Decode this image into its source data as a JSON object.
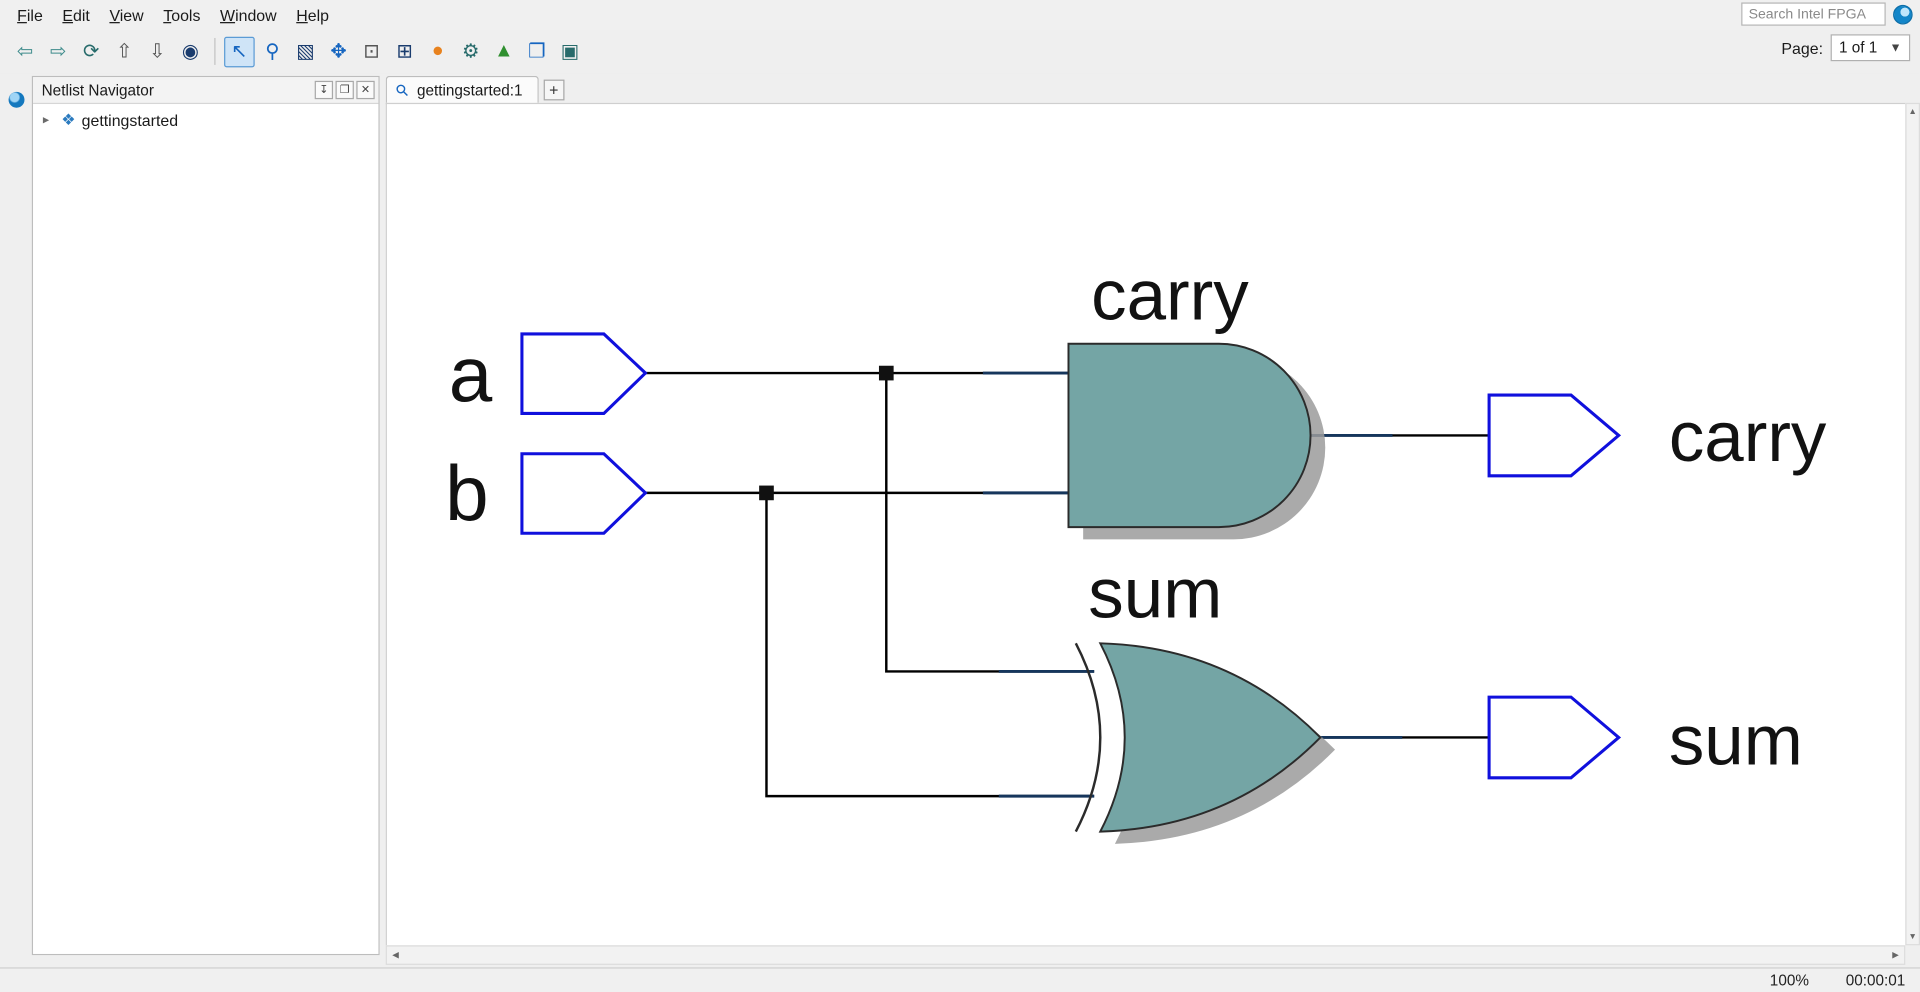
{
  "menu": {
    "items": [
      "File",
      "Edit",
      "View",
      "Tools",
      "Window",
      "Help"
    ]
  },
  "search": {
    "placeholder": "Search Intel FPGA"
  },
  "toolbar": {
    "icons": [
      {
        "name": "back-icon",
        "glyph": "⇦"
      },
      {
        "name": "forward-icon",
        "glyph": "⇨"
      },
      {
        "name": "refresh-netlist-icon",
        "glyph": "⟳"
      },
      {
        "name": "expand-up-icon",
        "glyph": "⇧"
      },
      {
        "name": "collapse-down-icon",
        "glyph": "⇩"
      },
      {
        "name": "find-icon",
        "glyph": "◉"
      },
      {
        "name": "select-tool-icon",
        "glyph": "↖"
      },
      {
        "name": "zoom-tool-icon",
        "glyph": "⚲"
      },
      {
        "name": "zoom-area-icon",
        "glyph": "▧"
      },
      {
        "name": "pan-tool-icon",
        "glyph": "✥"
      },
      {
        "name": "fit-view-icon",
        "glyph": "⊡"
      },
      {
        "name": "hierarchy-icon",
        "glyph": "⊞"
      },
      {
        "name": "world-icon",
        "glyph": "●"
      },
      {
        "name": "settings-icon",
        "glyph": "⚙"
      },
      {
        "name": "report-icon",
        "glyph": "▲"
      },
      {
        "name": "copy-pages-icon",
        "glyph": "❐"
      },
      {
        "name": "image-icon",
        "glyph": "▣"
      }
    ],
    "page_label": "Page:",
    "page_value": "1 of 1",
    "page_dropdown_glyph": "▼"
  },
  "navigator": {
    "title": "Netlist Navigator",
    "pin_glyph": "↧",
    "restore_glyph": "❐",
    "close_glyph": "✕",
    "expand_glyph": "▸",
    "item_icon_glyph": "❖",
    "items": [
      {
        "label": "gettingstarted"
      }
    ]
  },
  "tabs": {
    "tab_icon_glyph": "⚲",
    "active_label": "gettingstarted:1",
    "add_label": "+"
  },
  "schematic": {
    "input_ports": [
      {
        "label": "a"
      },
      {
        "label": "b"
      }
    ],
    "gates": [
      {
        "type": "AND",
        "label": "carry"
      },
      {
        "type": "XOR",
        "label": "sum"
      }
    ],
    "output_ports": [
      {
        "label": "carry"
      },
      {
        "label": "sum"
      }
    ],
    "colors": {
      "gate_fill": "#74a5a5",
      "gate_shadow": "#9b9b9b",
      "port_stroke": "#1010dd",
      "wire": "#000000",
      "wire_stub": "#16365c"
    }
  },
  "scrollbars": {
    "up": "▲",
    "down": "▼",
    "left": "◀",
    "right": "▶"
  },
  "statusbar": {
    "zoom": "100%",
    "time": "00:00:01"
  }
}
